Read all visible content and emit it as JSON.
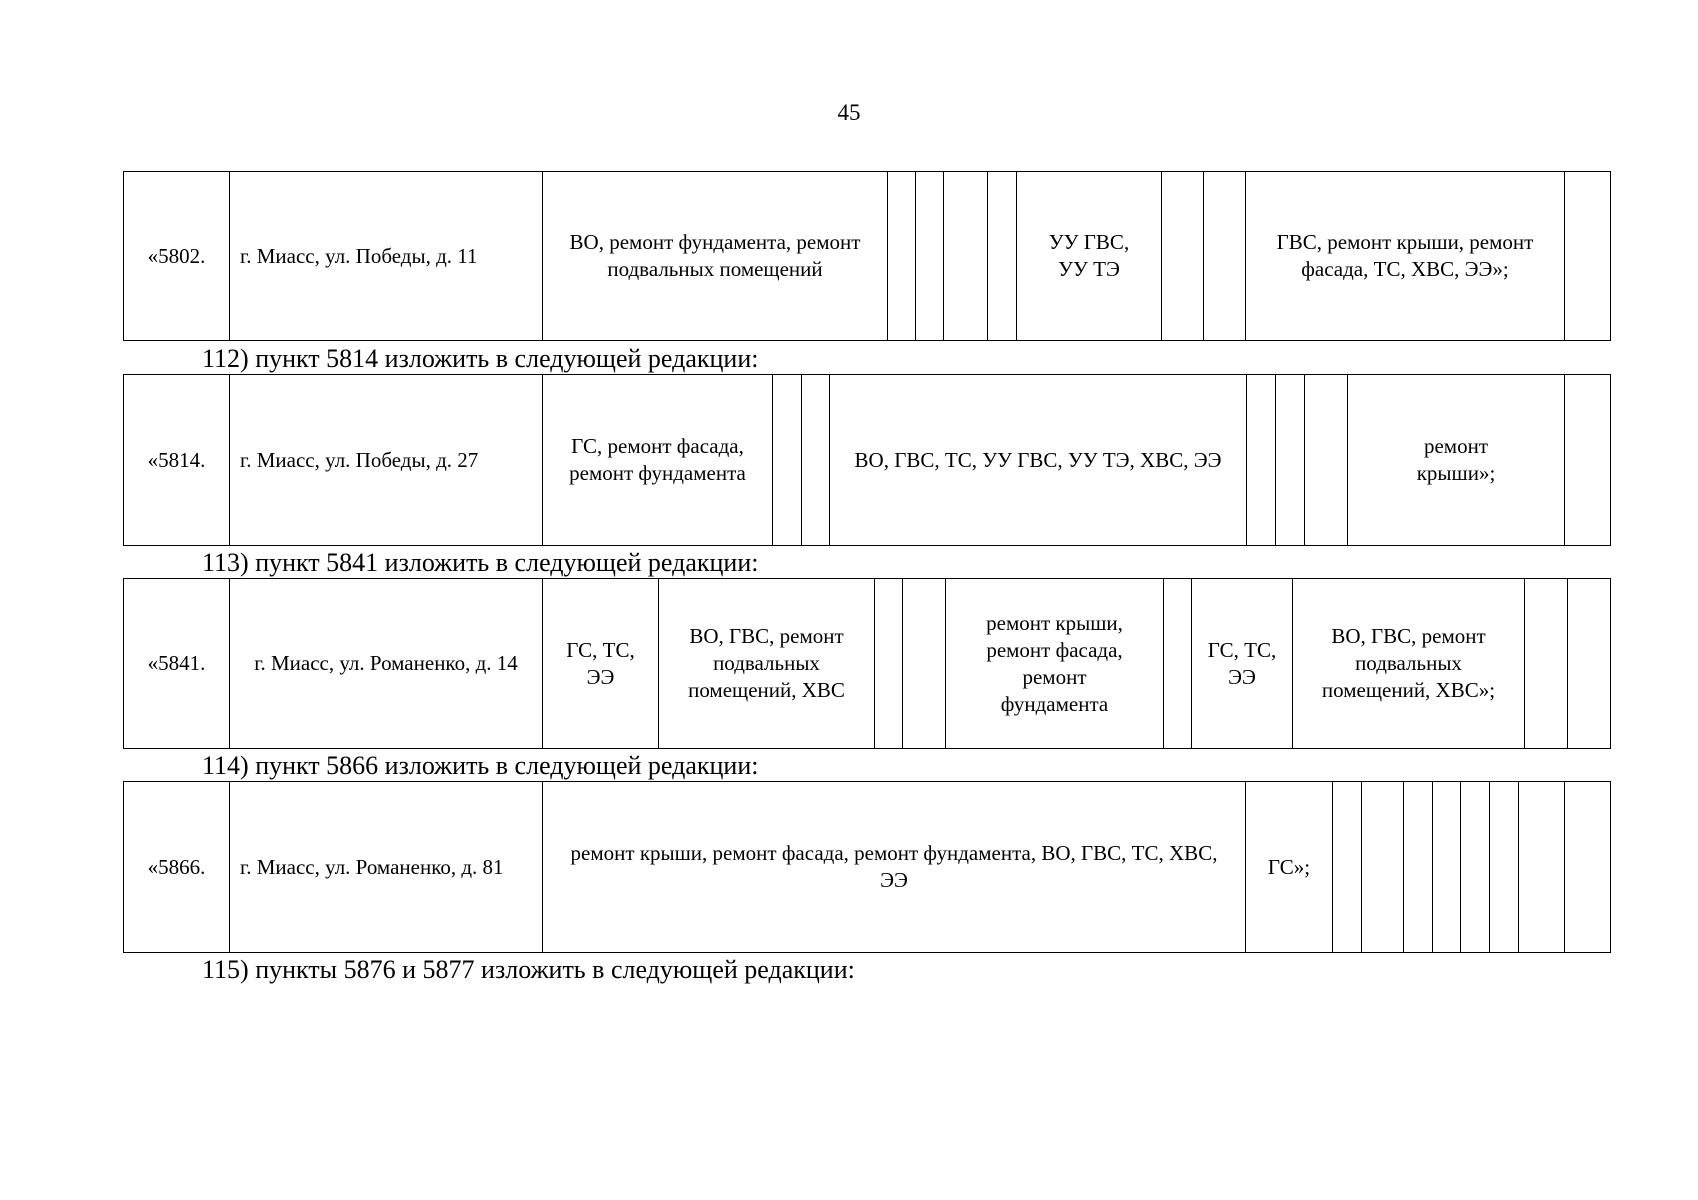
{
  "page_number": "45",
  "sections": [
    {
      "heading": "",
      "rows": [
        {
          "number": "«5802.",
          "address": "г. Миасс, ул. Победы, д. 11",
          "cells": [
            "ВО, ремонт фундамента, ремонт подвальных помещений",
            "",
            "",
            "",
            "",
            "УУ ГВС, УУ ТЭ",
            "",
            "",
            "ГВС, ремонт крыши, ремонт фасада, ТС, ХВС, ЭЭ»;",
            ""
          ]
        }
      ]
    },
    {
      "heading": "112) пункт 5814 изложить в следующей редакции:",
      "rows": [
        {
          "number": "«5814.",
          "address": "г. Миасс, ул. Победы, д. 27",
          "cells": [
            "ГС, ремонт фасада, ремонт фундамента",
            "",
            "",
            "ВО, ГВС, ТС, УУ ГВС, УУ ТЭ, ХВС, ЭЭ",
            "",
            "",
            "",
            "ремонт крыши»;",
            ""
          ]
        }
      ]
    },
    {
      "heading": "113) пункт 5841 изложить в следующей редакции:",
      "rows": [
        {
          "number": "«5841.",
          "address": "г. Миасс, ул. Романенко, д. 14",
          "cells": [
            "ГС, ТС, ЭЭ",
            "ВО, ГВС, ремонт подвальных помещений, ХВС",
            "",
            "",
            "ремонт крыши, ремонт фасада, ремонт фундамента",
            "",
            "ГС, ТС, ЭЭ",
            "ВО, ГВС, ремонт подвальных помещений, ХВС»;",
            "",
            ""
          ]
        }
      ]
    },
    {
      "heading": "114) пункт 5866 изложить в следующей редакции:",
      "rows": [
        {
          "number": "«5866.",
          "address": "г. Миасс, ул. Романенко, д. 81",
          "cells": [
            "ремонт крыши, ремонт фасада, ремонт фундамента, ВО, ГВС, ТС, ХВС, ЭЭ",
            "ГС»;",
            "",
            "",
            "",
            "",
            "",
            "",
            "",
            ""
          ]
        }
      ]
    },
    {
      "heading": "115) пункты 5876 и 5877 изложить в следующей редакции:",
      "rows": []
    }
  ]
}
